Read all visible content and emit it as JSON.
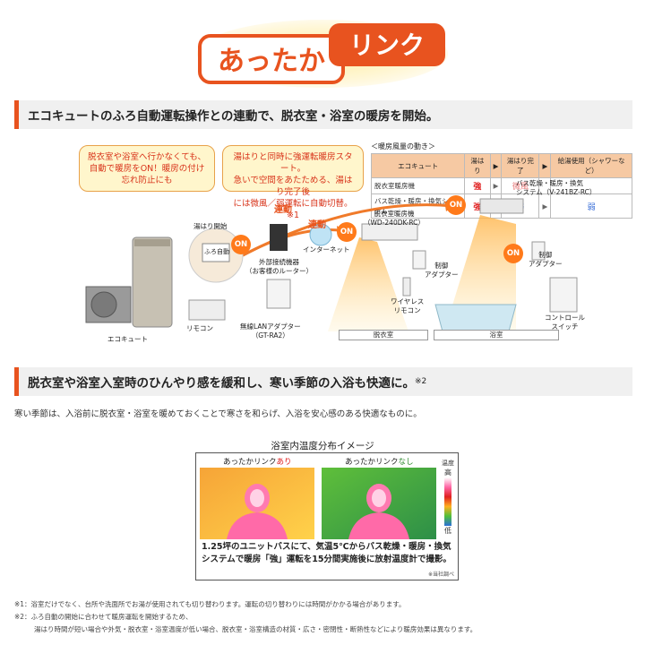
{
  "logo": {
    "part1": "あったか",
    "part2": "リンク"
  },
  "section1": {
    "heading": "エコキュートのふろ自動運転操作との連動で、脱衣室・浴室の暖房を開始。",
    "bubble_left": "脱衣室や浴室へ行かなくても、自動で暖房をON！暖房の付け忘れ防止にも",
    "bubble_right": [
      "湯はりと同時に強運転暖房スタート。",
      "急いで空間をあたためる、湯はり完了後",
      "には微風／弱運転に自動切替。※1"
    ],
    "table": {
      "title": "＜暖房風量の動き＞",
      "headers": [
        "エコキュート",
        "湯はり",
        "▶",
        "湯はり完了",
        "▶",
        "給湯使用（シャワーなど）"
      ],
      "rows": [
        {
          "label": "脱衣室暖房機",
          "v1": "強",
          "a1": "▶",
          "v2": "微風",
          "a2": "",
          "v3": ""
        },
        {
          "label": "バス乾燥・暖房・換気システム",
          "v1": "強",
          "a1": "▶",
          "v2": "弱",
          "a2": "▶",
          "v3": "弱"
        }
      ]
    },
    "labels": {
      "yuhari_start": "湯はり開始",
      "on": "ON",
      "link1": "連動",
      "link2": "連動",
      "ext_device": "外部接続機器\n（お客様のルーター）",
      "internet": "インターネット",
      "dressing_heater": "脱衣室暖房機\n（WD-240DK-RC）",
      "bath_system": "バス乾燥・暖房・換気\nシステム（V-241BZ-RC）",
      "control_adapter1": "制御\nアダプター",
      "control_adapter2": "制御\nアダプター",
      "wireless_remote": "ワイヤレス\nリモコン",
      "control_switch": "コントロール\nスイッチ",
      "ecocute": "エコキュート",
      "remocon": "リモコン",
      "lan_adapter": "無線LANアダプター\n（GT-RA2）",
      "room_dressing": "脱衣室",
      "room_bath": "浴室",
      "remocon_screen": "ふろ自動"
    }
  },
  "section2": {
    "heading": "脱衣室や浴室入室時のひんやり感を緩和し、寒い季節の入浴も快適に。",
    "heading_sup": "※2",
    "intro": "寒い季節は、入浴前に脱衣室・浴室を暖めておくことで寒さを和らげ、入浴を安心感のある快適なものに。",
    "thermo_title": "浴室内温度分布イメージ",
    "left_label_a": "あったかリンク",
    "left_label_b": "あり",
    "right_label_a": "あったかリンク",
    "right_label_b": "なし",
    "scale_title": "温度",
    "scale_high": "高",
    "scale_low": "低",
    "caption": "1.25坪のユニットバスにて、気温5℃からバス乾燥・暖房・換気システムで暖房「強」運転を15分間実施後に放射温度計で撮影。",
    "caption_note": "※当社調べ"
  },
  "footnotes": {
    "n1": "※1：浴室だけでなく、台所や洗面所でお湯が使用されても切り替わります。運転の切り替わりには時間がかかる場合があります。",
    "n2": "※2：ふろ自動の開始に合わせて暖房運転を開始するため、",
    "n2b": "湯はり時間が短い場合や外気・脱衣室・浴室温度が低い場合、脱衣室・浴室構造の材質・広さ・密閉性・断熱性などにより暖房効果は異なります。"
  },
  "colors": {
    "accent": "#e8531f",
    "on": "#ff7a1a",
    "strong": "#e02020",
    "weak": "#3a6fd8"
  }
}
